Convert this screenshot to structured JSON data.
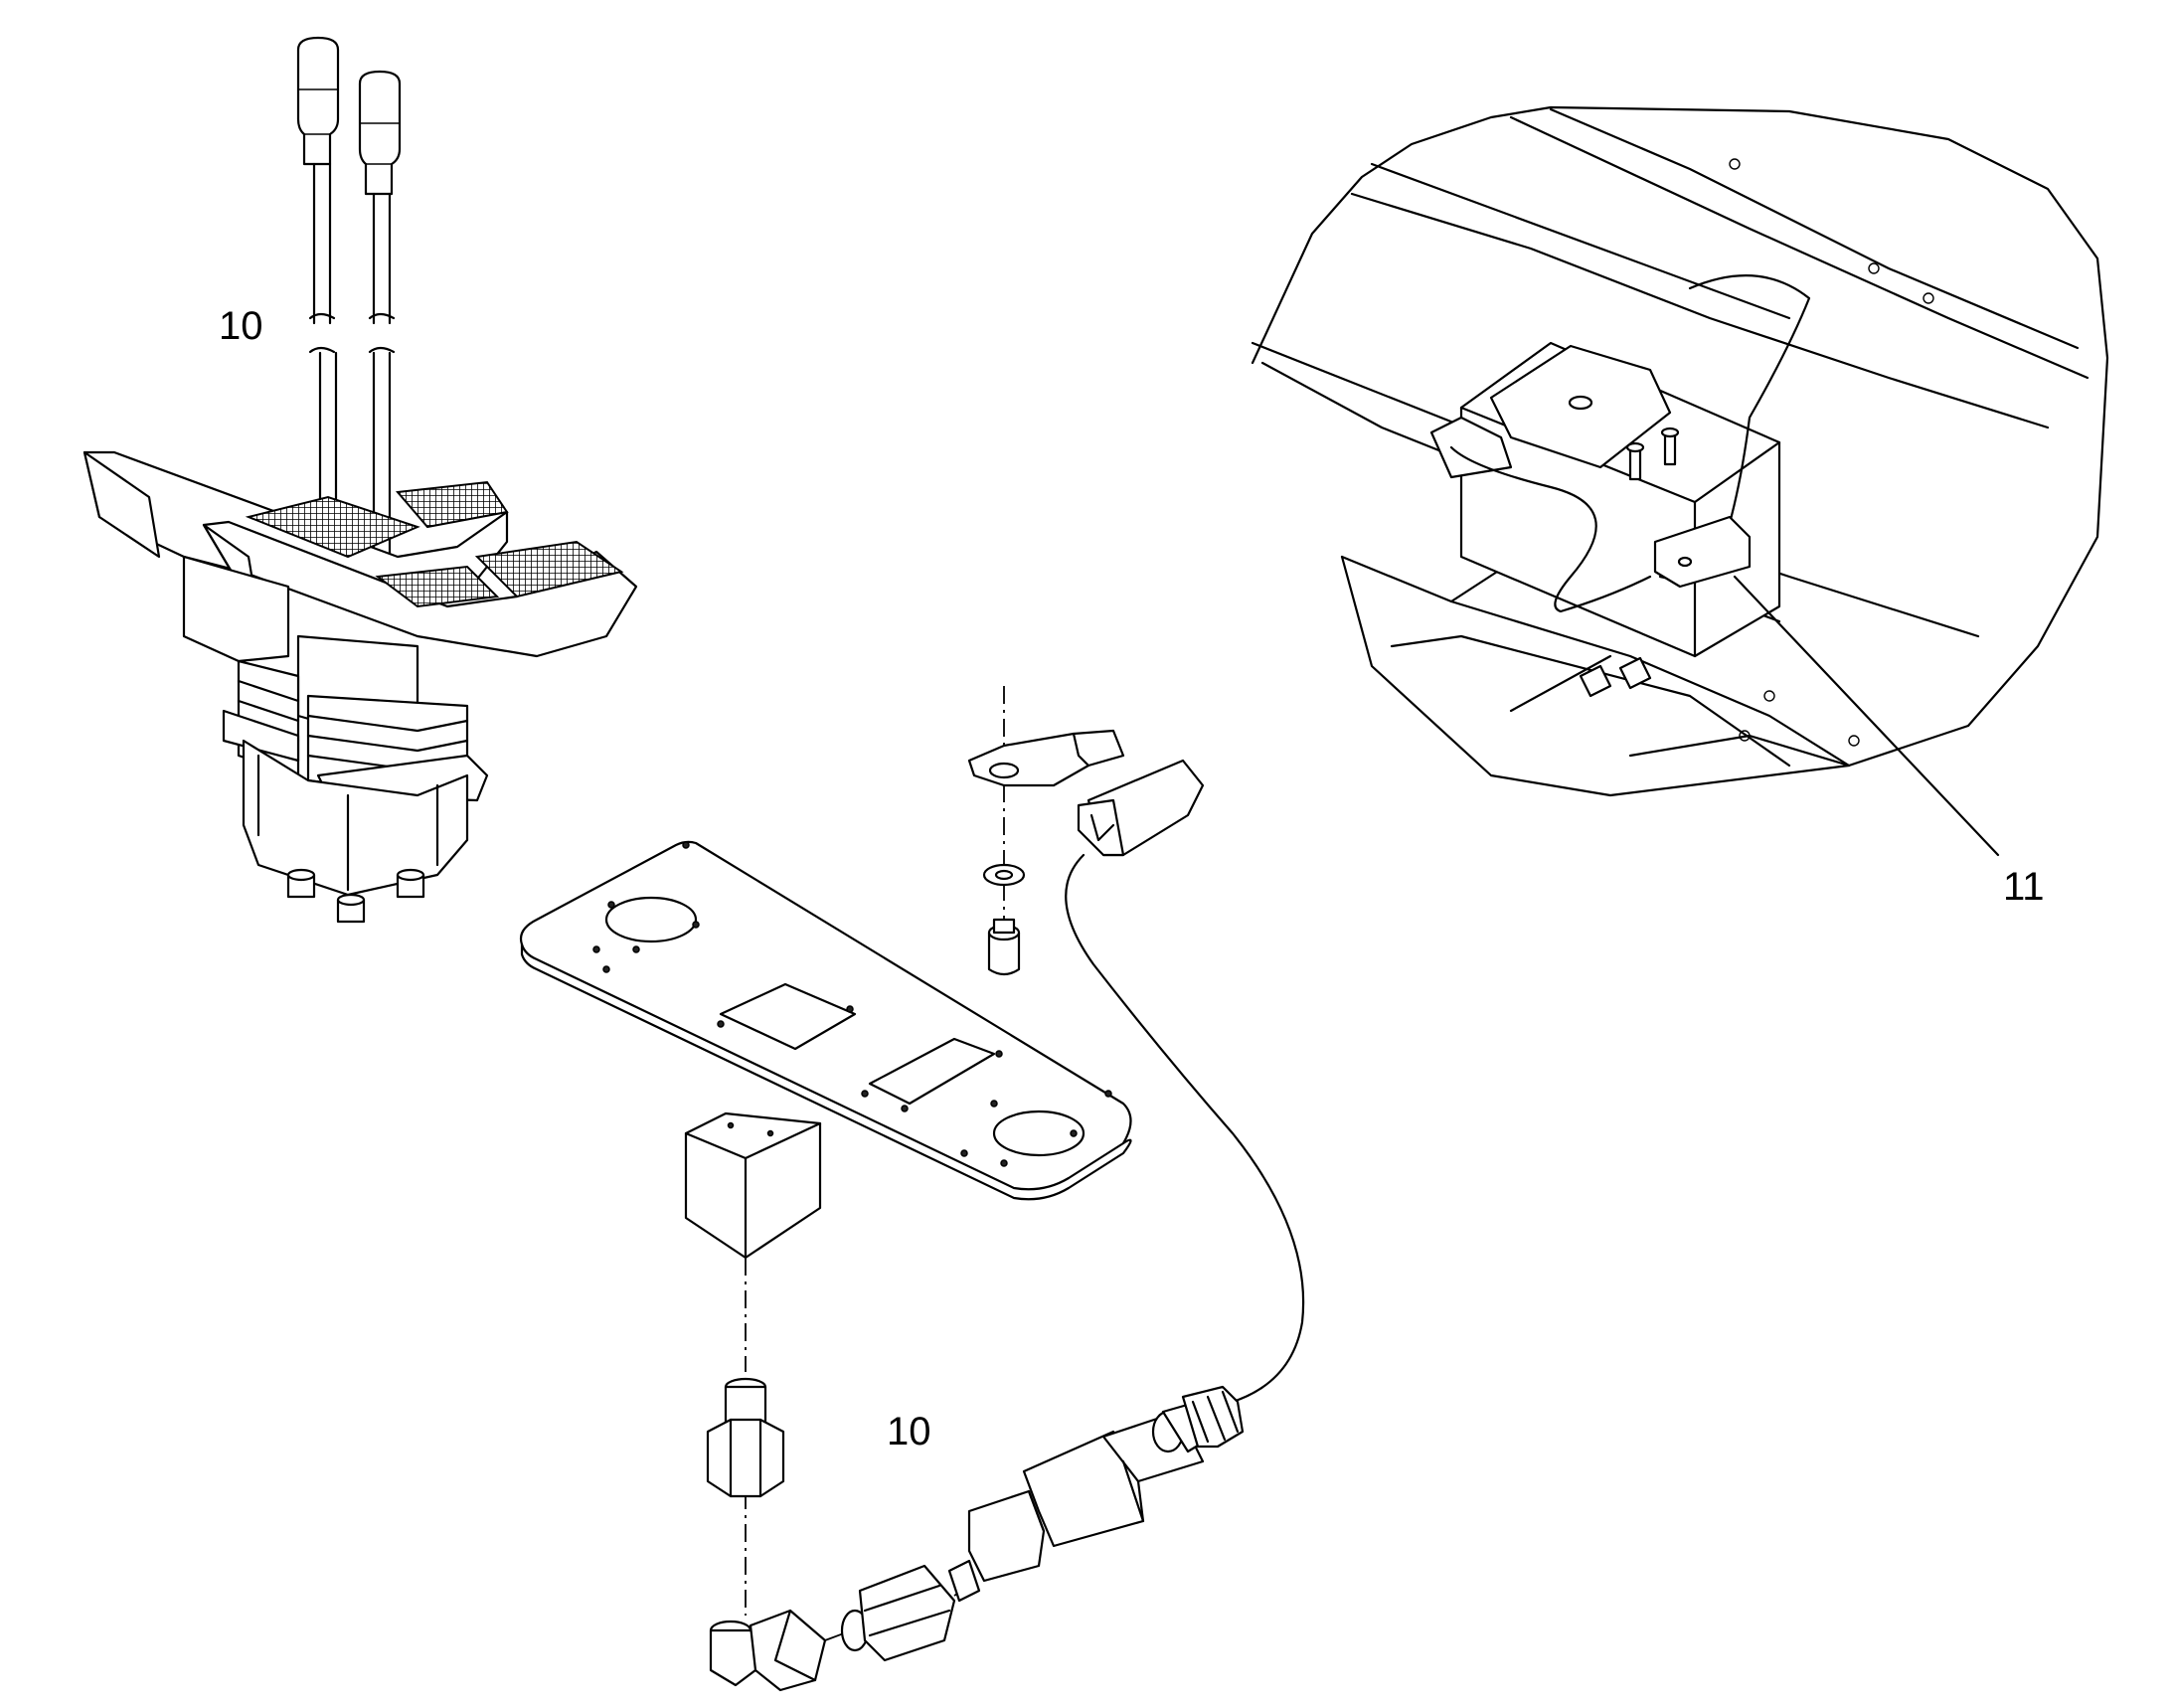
{
  "callouts": {
    "lever_valve_top": "10",
    "hydraulic_fitting": "10",
    "sensor_switch": "11"
  }
}
